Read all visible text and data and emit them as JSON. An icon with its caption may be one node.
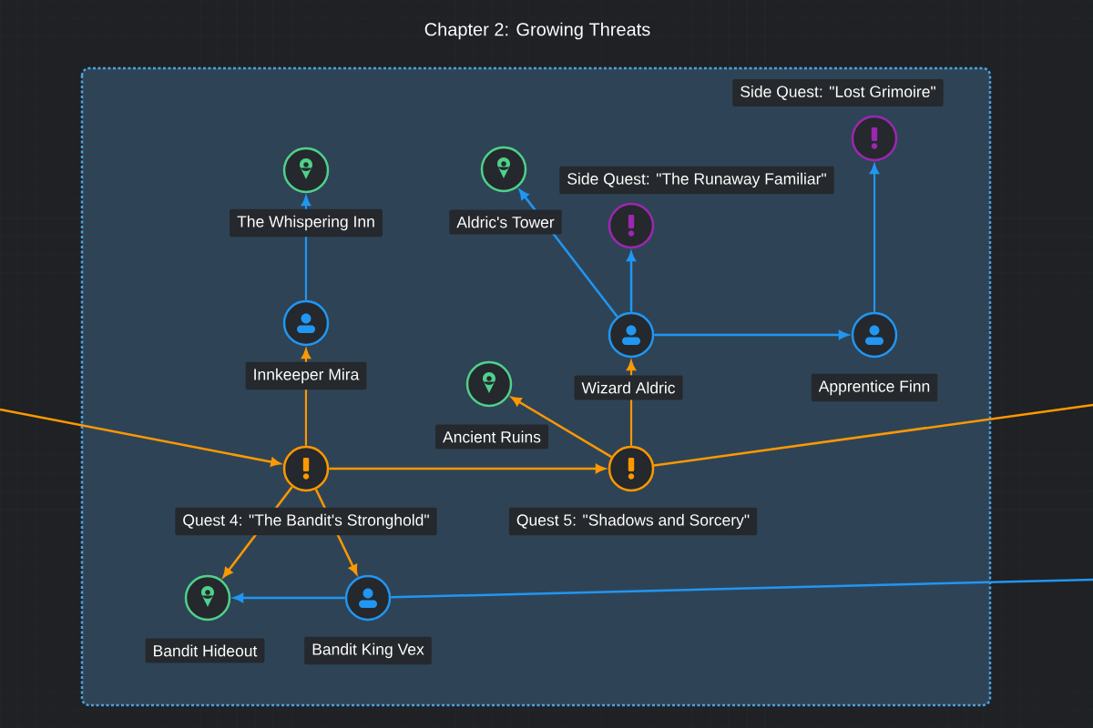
{
  "diagram": {
    "nodes": [
      {
        "text": [
          "Chapter 2: Growing Threats"
        ]
      },
      {
        "text": [],
        "shape": "box"
      },
      {
        "text": [],
        "shape": "circle",
        "beside": [
          "The Whispering Inn"
        ],
        "in": 1
      },
      {
        "text": [],
        "shape": "circle",
        "beside": [
          "Aldric's Tower"
        ],
        "in": 1
      },
      {
        "text": [],
        "shape": "circle",
        "beside": [
          "Side Quest: \"Lost Grimoire\""
        ],
        "in": 1
      },
      {
        "text": [],
        "shape": "circle",
        "beside": [
          "Side Quest: \"The Runaway Familiar\""
        ],
        "in": 1
      },
      {
        "text": [],
        "shape": "circle",
        "beside": [
          "Innkeeper Mira"
        ],
        "in": 1
      },
      {
        "text": [],
        "shape": "circle",
        "beside": [
          "Wizard Aldric"
        ],
        "in": 1
      },
      {
        "text": [],
        "shape": "circle",
        "beside": [
          "Apprentice Finn"
        ],
        "in": 1
      },
      {
        "text": [],
        "shape": "circle",
        "beside": [
          "Ancient Ruins"
        ],
        "in": 1
      },
      {
        "text": [],
        "shape": "circle",
        "beside": [
          "Quest 4: \"The Bandit's Stronghold\""
        ],
        "in": 1
      },
      {
        "text": [],
        "shape": "circle",
        "beside": [
          "Quest 5: \"Shadows and Sorcery\""
        ],
        "in": 1
      },
      {
        "text": [],
        "shape": "circle",
        "beside": [
          "Bandit Hideout"
        ],
        "in": 1
      },
      {
        "text": [],
        "shape": "circle",
        "beside": [
          "Bandit King Vex"
        ],
        "in": 1
      }
    ],
    "edges": [
      {
        "from": null,
        "to": 10,
        "arrow": "to"
      },
      {
        "from": 10,
        "to": 6,
        "arrow": "to"
      },
      {
        "from": 6,
        "to": 2,
        "arrow": "to",
        "color": "#2196f3"
      },
      {
        "from": 10,
        "to": 11,
        "arrow": "to"
      },
      {
        "from": 10,
        "to": 12,
        "arrow": "to"
      },
      {
        "from": 10,
        "to": 13,
        "arrow": "to"
      },
      {
        "from": 13,
        "to": 12,
        "arrow": "to",
        "color": "#2196f3"
      },
      {
        "from": 13,
        "to": null,
        "arrow": "none",
        "color": "#2196f3"
      },
      {
        "from": 11,
        "to": null,
        "arrow": "none"
      },
      {
        "from": 11,
        "to": 9,
        "arrow": "to"
      },
      {
        "from": 11,
        "to": 7,
        "arrow": "to"
      },
      {
        "from": 7,
        "to": 3,
        "arrow": "to",
        "color": "#2196f3"
      },
      {
        "from": 7,
        "to": 5,
        "arrow": "to",
        "color": "#2196f3"
      },
      {
        "from": 7,
        "to": 8,
        "arrow": "to",
        "color": "#2196f3"
      },
      {
        "from": 8,
        "to": 4,
        "arrow": "to",
        "color": "#2196f3"
      }
    ]
  }
}
